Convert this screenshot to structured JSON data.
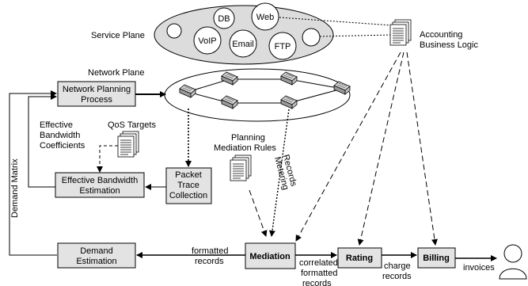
{
  "service_plane": {
    "label": "Service Plane",
    "services": [
      "DB",
      "Web",
      "VoIP",
      "Email",
      "FTP"
    ]
  },
  "network_plane": {
    "label": "Network Plane"
  },
  "accounting": {
    "line1": "Accounting",
    "line2": "Business Logic"
  },
  "boxes": {
    "network_planning": {
      "line1": "Network Planning",
      "line2": "Process"
    },
    "effective_bandwidth_estimation": {
      "line1": "Effective Bandwidth",
      "line2": "Estimation"
    },
    "packet_trace": {
      "line1": "Packet",
      "line2": "Trace",
      "line3": "Collection"
    },
    "demand_estimation": {
      "line1": "Demand",
      "line2": "Estimation"
    },
    "mediation": "Mediation",
    "rating": "Rating",
    "billing": "Billing"
  },
  "labels": {
    "effective_bandwidth_coefficients": [
      "Effective",
      "Bandwidth",
      "Coefficients"
    ],
    "qos_targets": "QoS Targets",
    "planning_mediation_rules": [
      "Planning",
      "Mediation Rules"
    ],
    "metering_records": [
      "Metering",
      "Records"
    ],
    "demand_matrix": "Demand Matrix",
    "formatted_records": [
      "formatted",
      "records"
    ],
    "correlated_formatted_records": [
      "correlated",
      "formatted",
      "records"
    ],
    "charge_records": [
      "charge",
      "records"
    ],
    "invoices": "invoices"
  },
  "colors": {
    "fill": "#e3e3e3",
    "stroke": "#000000"
  }
}
